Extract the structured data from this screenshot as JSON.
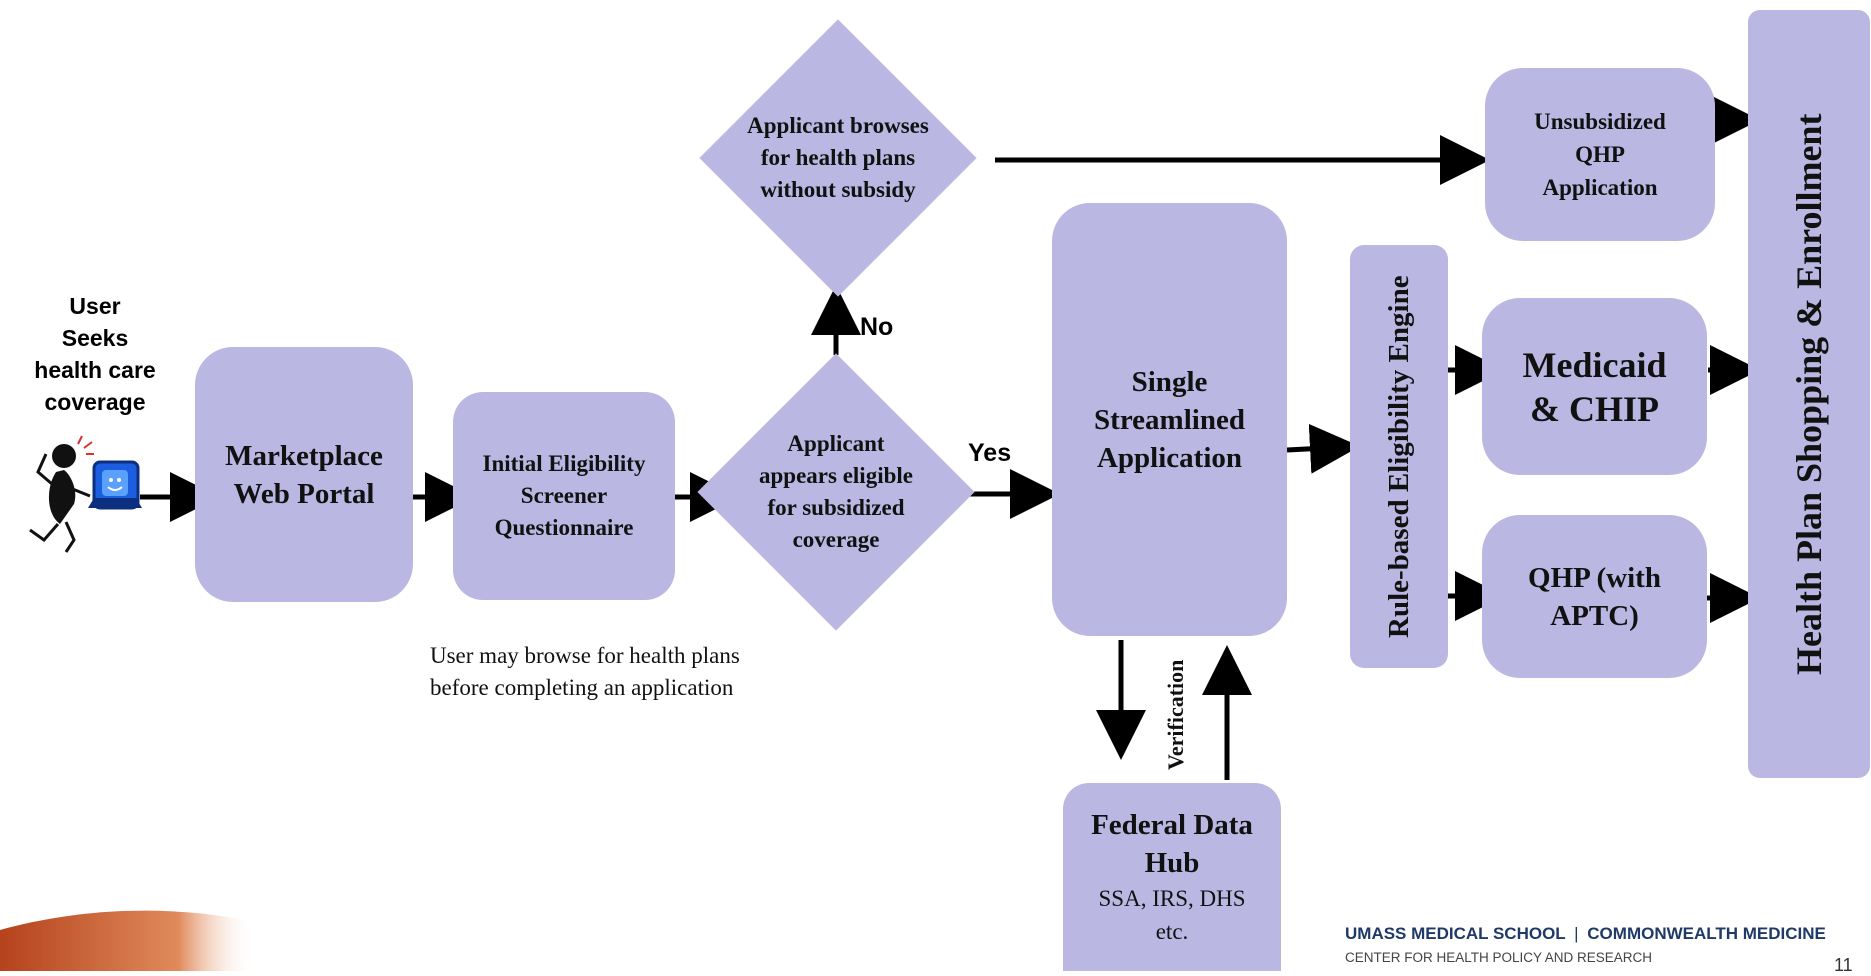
{
  "user": {
    "label_lines": [
      "User",
      "Seeks",
      "health care",
      "coverage"
    ],
    "icon": "user-at-computer-icon"
  },
  "nodes": {
    "portal": "Marketplace Web Portal",
    "screener": "Initial Eligibility Screener Questionnaire",
    "eligible_decision": "Applicant appears eligible for subsidized coverage",
    "browse_decision": "Applicant browses for health plans without subsidy",
    "single_app": "Single Streamlined Application",
    "rules_engine": "Rule-based Eligibility Engine",
    "unsubsidized": "Unsubsidized QHP Application",
    "medicaid": "Medicaid & CHIP",
    "qhp": "QHP (with APTC)",
    "shopping": "Health Plan Shopping & Enrollment",
    "hub_title": "Federal Data Hub",
    "hub_detail": "SSA, IRS, DHS etc."
  },
  "edge_labels": {
    "no": "No",
    "yes": "Yes",
    "verification": "Verification"
  },
  "note": "User may browse for health plans before completing an application",
  "footer": {
    "school": "UMASS MEDICAL SCHOOL",
    "separator": "|",
    "brand": "COMMONWEALTH MEDICINE",
    "center": "CENTER FOR HEALTH POLICY AND RESEARCH",
    "page_number": "11"
  },
  "colors": {
    "node_fill": "#bab8e2",
    "footer_blue": "#1f3a66",
    "accent_orange": "#c8502a"
  }
}
